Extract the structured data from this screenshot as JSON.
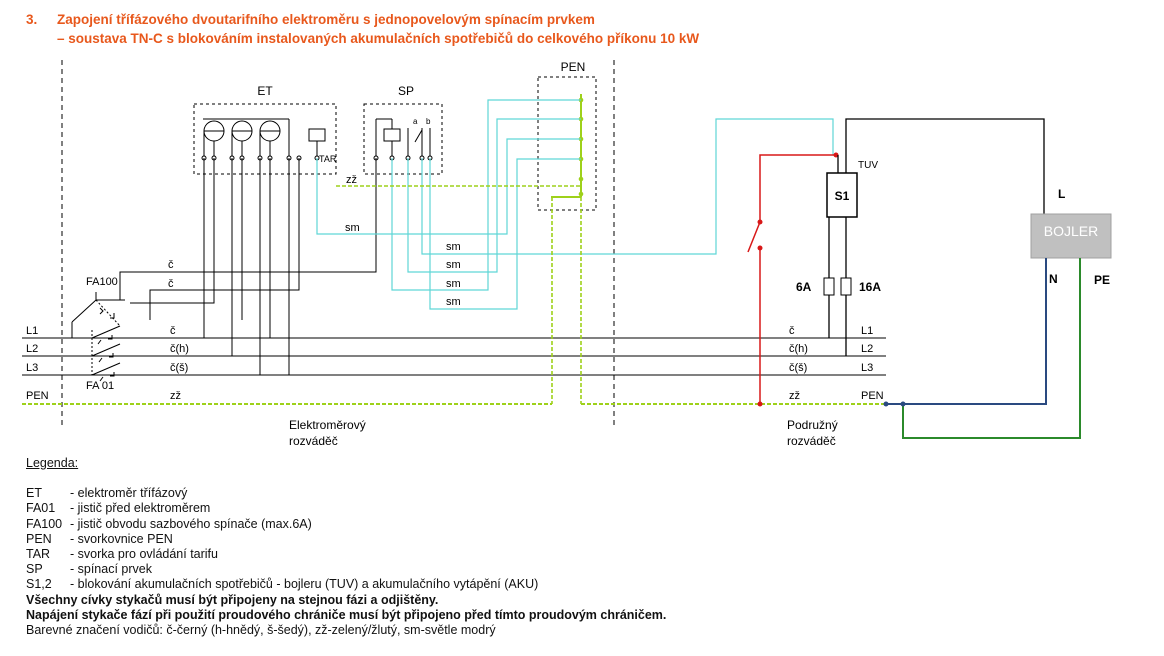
{
  "header": {
    "number": "3.",
    "line1": "Zapojení třífázového dvoutarifního elektroměru s jednopovelovým spínacím prvkem",
    "line2": "– soustava TN-C s blokováním instalovaných akumulačních spotřebičů do celkového příkonu 10 kW"
  },
  "diagram": {
    "blocks": {
      "et": "ET",
      "sp": "SP",
      "pen": "PEN",
      "tar": "TAR",
      "sp_a": "a",
      "sp_b": "b",
      "s1": "S1",
      "tuv": "TUV",
      "bojler": "BOJLER"
    },
    "breakers": {
      "fa100": "FA100",
      "fa01": "FA 01"
    },
    "bus_left": [
      "L1",
      "L2",
      "L3",
      "PEN"
    ],
    "bus_right": [
      "L1",
      "L2",
      "L3",
      "PEN"
    ],
    "bus_colors_left": [
      "č",
      "č(h)",
      "č(š)",
      "zž"
    ],
    "bus_colors_right": [
      "č",
      "č(h)",
      "č(š)",
      "zž"
    ],
    "wire_labels": {
      "c1": "č",
      "c2": "č",
      "zz": "zž",
      "sm": "sm"
    },
    "fuses": {
      "f6": "6A",
      "f16": "16A"
    },
    "boiler_terminals": {
      "l": "L",
      "n": "N",
      "pe": "PE"
    },
    "distribution_main": {
      "line1": "Elektroměrový",
      "line2": "rozváděč"
    },
    "distribution_sub": {
      "line1": "Podružný",
      "line2": "rozváděč"
    },
    "colors": {
      "black": "#000000",
      "green_yellow": "#9ed11a",
      "light_blue": "#5fd6d6",
      "red": "#d81818",
      "blue": "#2a4a80",
      "green": "#2b8a2b",
      "title": "#e8581c"
    }
  },
  "legend": {
    "heading": "Legenda:",
    "items": [
      {
        "code": "ET",
        "text": "- elektroměr třífázový"
      },
      {
        "code": "FA01",
        "text": "- jistič před elektroměrem"
      },
      {
        "code": "FA100",
        "text": "- jistič obvodu sazbového spínače (max.6A)"
      },
      {
        "code": "PEN",
        "text": "- svorkovnice PEN"
      },
      {
        "code": "TAR",
        "text": "- svorka pro ovládání tarifu"
      },
      {
        "code": "SP",
        "text": "- spínací prvek"
      },
      {
        "code": "S1,2",
        "text": "- blokování akumulačních spotřebičů - bojleru (TUV) a akumulačního vytápění (AKU)"
      }
    ],
    "notes_bold": [
      "Všechny cívky stykačů musí být připojeny na stejnou fázi a odjištěny.",
      "Napájení stykače fází při použití proudového chrániče musí být připojeno před tímto proudovým chráničem."
    ],
    "note_colors": "Barevné značení vodičů: č-černý (h-hnědý, š-šedý), zž-zelený/žlutý, sm-světle modrý"
  }
}
